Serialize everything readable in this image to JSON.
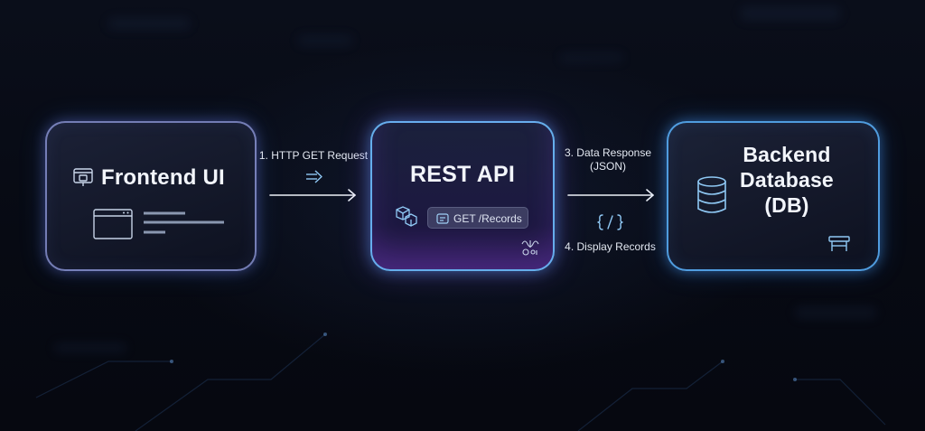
{
  "nodes": {
    "frontend": {
      "title": "Frontend UI"
    },
    "api": {
      "title": "REST API",
      "endpoint": "GET /Records"
    },
    "database": {
      "title_lines": [
        "Backend",
        "Database",
        "(DB)"
      ]
    }
  },
  "arrows": {
    "request": {
      "label": "1. HTTP GET Request"
    },
    "response": {
      "label_lines": [
        "3. Data Response",
        "(JSON)"
      ]
    },
    "display": {
      "label": "4. Display Records"
    }
  },
  "icons": {
    "frontend_badge": "browser-window-icon",
    "frontend_mockup": "browser-mockup-icon",
    "request_hint": "double-arrow-right-icon",
    "api_modules": "cube-modules-icon",
    "api_endpoint": "endpoint-chip-icon",
    "api_settings": "api-settings-icon",
    "json_code": "code-braces-icon",
    "db_stack": "database-cylinder-icon",
    "db_table": "table-icon"
  },
  "colors": {
    "background": "#070a12",
    "frontend_border": "#969ee6",
    "api_border": "#6ebeff",
    "api_glow": "#8c5aff",
    "db_border": "#5ab4ff",
    "icon_stroke": "#8fc8f4",
    "text": "#f2f5fb"
  }
}
